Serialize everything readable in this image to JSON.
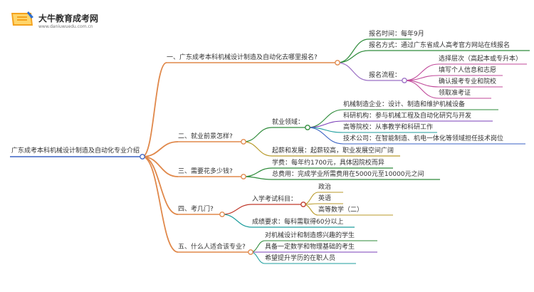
{
  "brand": {
    "name": "大牛教育成考网",
    "domain": "www.daniuwuedu.com.cn"
  },
  "root": "广东成考本科机械设计制造及自动化专业介绍",
  "branches": {
    "b1": {
      "label": "一、广东成考本科机械设计制造及自动化去哪里报名?",
      "time": "报名时间：每年9月",
      "method": "报名方式：通过广东省成人高考官方网站在线报名",
      "flow": "报名流程：",
      "steps": [
        "选择层次（高起本或专升本）",
        "填写个人信息和志愿",
        "确认报考专业和院校",
        "领取准考证"
      ]
    },
    "b2": {
      "label": "二、就业前景怎样?",
      "field": "就业领域：",
      "items": [
        "机械制造企业：设计、制造和维护机械设备",
        "科研机构：参与机械工程及自动化研究与开发",
        "高等院校：从事教学和科研工作",
        "技术公司：在智能制造、机电一体化等领域担任技术岗位"
      ],
      "salary": "起薪和发展：起薪较高，职业发展空间广阔"
    },
    "b3": {
      "label": "三、需要花多少钱?",
      "fee": "学费：每年约1700元，具体因院校而异",
      "total": "总费用：完成学业所需费用在5000元至10000元之间"
    },
    "b4": {
      "label": "四、考几门?",
      "subject": "入学考试科目：",
      "subjects": [
        "政治",
        "英语",
        "高等数学（二）"
      ],
      "score": "成绩要求：每科需取得60分以上"
    },
    "b5": {
      "label": "五、什么人适合该专业?",
      "people": [
        "对机械设计和制造感兴趣的学生",
        "具备一定数学和物理基础的考生",
        "希望提升学历的在职人员"
      ]
    }
  },
  "colors": {
    "b1": "#e0884a",
    "b1_time": "#2e8b3a",
    "b1_method": "#2e8b3a",
    "b1_flow": "#9b6fc4",
    "b1_steps": "#c04a9a",
    "b2": "#e0884a",
    "b2_field": "#2e8b3a",
    "b2_items": [
      "#2e8b3a",
      "#7a3fb8",
      "#1e9e9e",
      "#3a62c4"
    ],
    "b2_salary": "#b89a2a",
    "b3": "#e0884a",
    "b3_items": "#2e8b3a",
    "b4": "#e0884a",
    "b4_subject": "#c0392b",
    "b4_subjects": "#b89a2a",
    "b4_score": "#1e9e9e",
    "b5": "#e0884a",
    "b5_items": [
      "#2e8b3a",
      "#7a3fb8",
      "#1e9e9e"
    ]
  }
}
